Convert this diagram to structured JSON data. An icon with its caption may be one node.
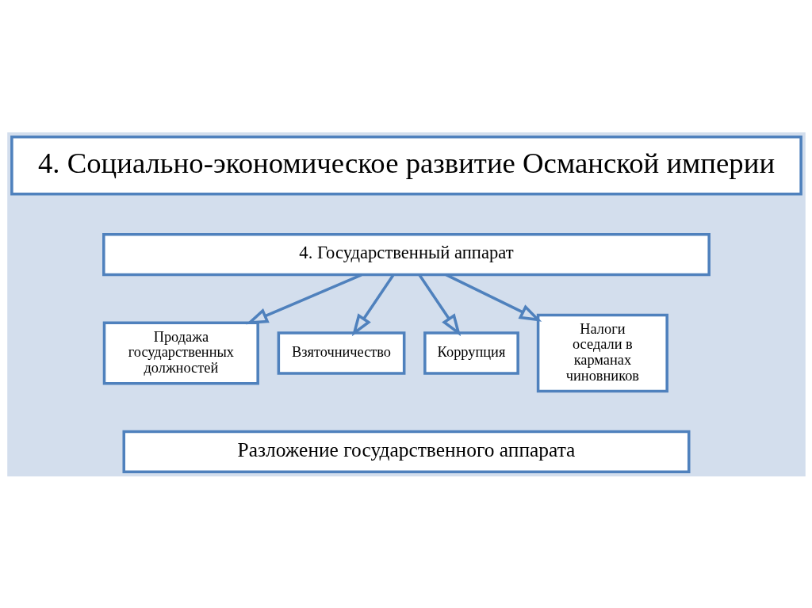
{
  "diagram": {
    "nodes": [
      {
        "text": [
          "4. Социально-экономическое развитие Османской империи"
        ]
      },
      {
        "text": [
          "4. Государственный аппарат"
        ]
      },
      {
        "text": [
          "Продажа государственных должностей"
        ]
      },
      {
        "text": [
          "Взяточничество"
        ]
      },
      {
        "text": [
          "Коррупция"
        ]
      },
      {
        "text": [
          "Налоги оседали в карманах чиновников"
        ]
      },
      {
        "text": [
          "Разложение государственного аппарата"
        ]
      }
    ],
    "edges": [
      {
        "from": 1,
        "to": 2,
        "arrow": "to"
      },
      {
        "from": 1,
        "to": 3,
        "arrow": "to"
      },
      {
        "from": 1,
        "to": 4,
        "arrow": "to"
      },
      {
        "from": 1,
        "to": 5,
        "arrow": "to"
      }
    ]
  }
}
